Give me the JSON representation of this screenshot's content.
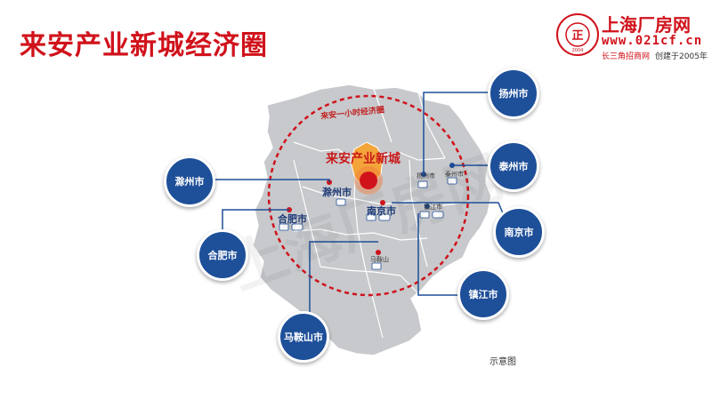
{
  "title": "来安产业新城经济圈",
  "logo": {
    "brand": "上海厂房网",
    "url": "www.021cf.cn",
    "slogan": "长三角招商网",
    "since": "创建于2005年",
    "seal_char": "正",
    "seal_ring_top": "上海厂房网",
    "seal_ring_bottom": "www.021cf.cn",
    "seal_year": "2004"
  },
  "map": {
    "center_label": "来安产业新城",
    "ring_label": "来安一小时经济圈",
    "map_labels": {
      "chuzhou": "滁州市",
      "hefei": "合肥市",
      "nanjing": "南京市",
      "yangzhou": "扬州市",
      "taizhou": "泰州市",
      "zhenjiang": "镇江市",
      "maanshan": "马鞍山"
    },
    "callouts": {
      "yangzhou": "扬州市",
      "taizhou": "泰州市",
      "chuzhou": "滁州市",
      "nanjing": "南京市",
      "hefei": "合肥市",
      "zhenjiang": "镇江市",
      "maanshan": "马鞍山市"
    },
    "colors": {
      "region": "#c7c9cc",
      "callout": "#1e4f99",
      "ring": "#d0121b",
      "center": "#e8912a"
    }
  },
  "caption": "示意图",
  "watermark": "上海厂房网"
}
